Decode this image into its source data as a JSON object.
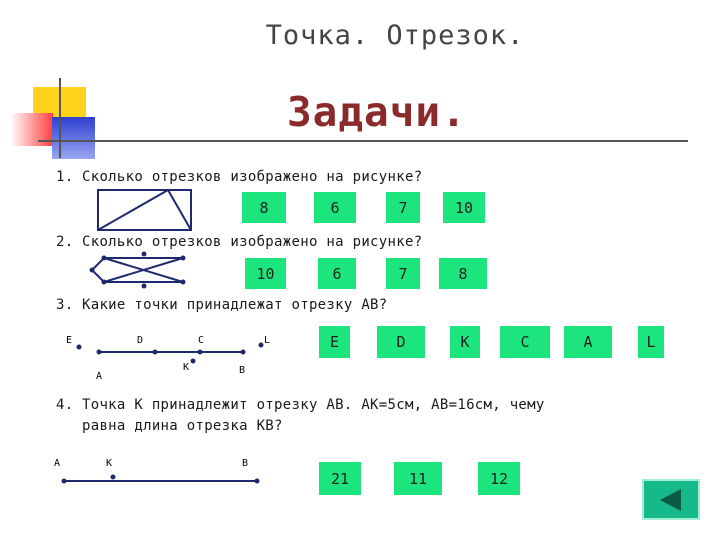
{
  "slide": {
    "title": "Точка. Отрезок.",
    "heading": "Задачи."
  },
  "q1": {
    "number": "1.",
    "text": "Сколько отрезков изображено на рисунке?",
    "answers": [
      "8",
      "6",
      "7",
      "10"
    ]
  },
  "q2": {
    "number": "2.",
    "text": "Сколько отрезков изображено на рисунке?",
    "answers": [
      "10",
      "6",
      "7",
      "8"
    ]
  },
  "q3": {
    "number": "3.",
    "text": "Какие точки принадлежат отрезку АВ?",
    "answers": [
      "E",
      "D",
      "K",
      "C",
      "A",
      "L"
    ],
    "point_labels": {
      "E": "E",
      "D": "D",
      "C": "C",
      "L": "L",
      "A": "A",
      "K": "K",
      "B": "B"
    }
  },
  "q4": {
    "number": "4.",
    "text_line1": "Точка К принадлежит отрезку АВ. АК=5см, АВ=16см, чему",
    "text_line2": "равна длина отрезка КВ?",
    "answers": [
      "21",
      "11",
      "12"
    ],
    "point_labels": {
      "A": "A",
      "K": "K",
      "B": "B"
    }
  },
  "nav": {
    "back_icon": "triangle-left-icon"
  },
  "colors": {
    "answer_bg": "#1de57d",
    "heading": "#8b2a2a",
    "nav_bg": "#16b98a"
  }
}
